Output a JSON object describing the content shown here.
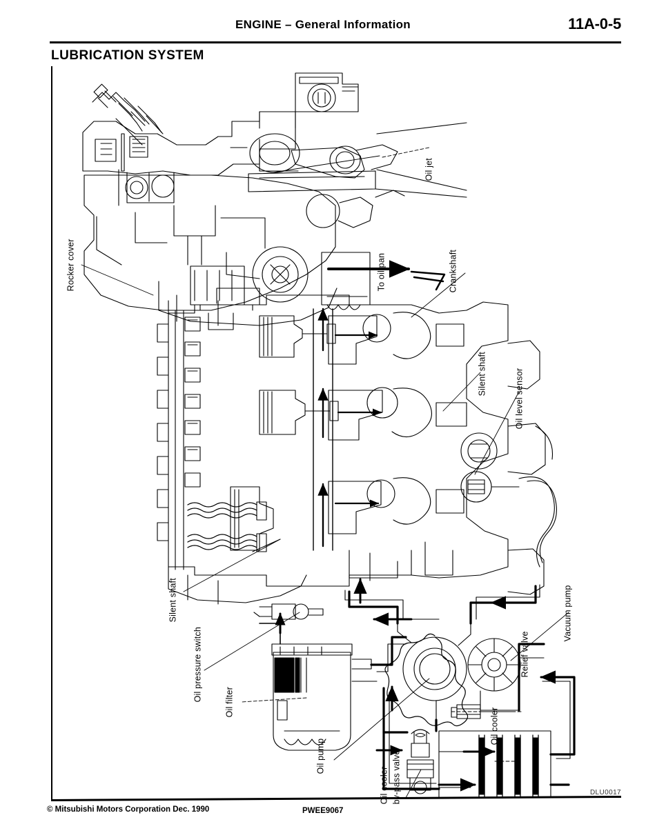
{
  "header": {
    "title": "ENGINE – General Information",
    "page_number": "11A-0-5"
  },
  "section": {
    "title": "LUBRICATION SYSTEM"
  },
  "figure": {
    "id": "DLU0017",
    "description": "Cutaway illustration of the engine lubrication system showing oil flow path",
    "callouts": [
      {
        "key": "oil_jet",
        "label": "Oil jet"
      },
      {
        "key": "rocker_cover",
        "label": "Rocker cover"
      },
      {
        "key": "to_oil_pan",
        "label": "To oil pan"
      },
      {
        "key": "crankshaft",
        "label": "Crankshaft"
      },
      {
        "key": "silent_shaft_upper",
        "label": "Silent shaft"
      },
      {
        "key": "oil_level_sensor",
        "label": "Oil level sensor"
      },
      {
        "key": "silent_shaft_lower",
        "label": "Silent shaft"
      },
      {
        "key": "oil_pressure_switch",
        "label": "Oil pressure switch"
      },
      {
        "key": "oil_filter",
        "label": "Oil filter"
      },
      {
        "key": "oil_pump",
        "label": "Oil pump"
      },
      {
        "key": "oil_cooler_bypass_valve_line1",
        "label": "Oil cooler"
      },
      {
        "key": "oil_cooler_bypass_valve_line2",
        "label": "by-pass valve"
      },
      {
        "key": "vacuum_pump",
        "label": "Vacuum pump"
      },
      {
        "key": "relief_valve",
        "label": "Relief valve"
      },
      {
        "key": "oil_cooler",
        "label": "Oil cooler"
      }
    ]
  },
  "footer": {
    "copyright": "© Mitsubishi Motors Corporation   Dec. 1990",
    "publication_code": "PWEE9067"
  },
  "colors": {
    "ink": "#000000",
    "paper": "#ffffff",
    "figure_id": "#333333"
  }
}
